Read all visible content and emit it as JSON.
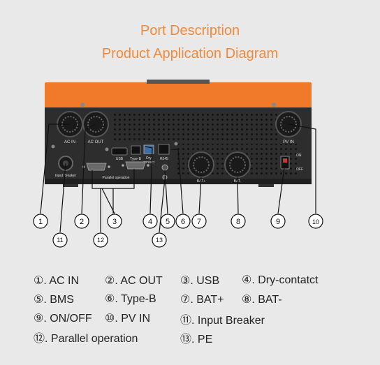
{
  "heading": {
    "line1": "Port Description",
    "line2": "Product Application Diagram"
  },
  "device": {
    "labels": {
      "ac_in": "AC IN",
      "ac_out": "AC OUT",
      "usb": "USB",
      "type_b": "Type-B",
      "dry": "Dry",
      "contact": "contact",
      "rj45": "RJ45",
      "pv_in": "PV IN",
      "on": "ON",
      "off": "OFF",
      "input_breaker": "Input Breaker",
      "parallel_operation": "Parallel operation",
      "bat_plus": "BAT+",
      "bat_minus": "BAT-"
    },
    "colors": {
      "top_cover": "#f07a2a",
      "body": "#2d2d2d",
      "accent_text": "#f08a3c"
    }
  },
  "markers": {
    "m1": "1",
    "m2": "2",
    "m3": "3",
    "m4": "4",
    "m5": "5",
    "m6": "6",
    "m7": "7",
    "m8": "8",
    "m9": "9",
    "m10": "10",
    "m11": "11",
    "m12": "12",
    "m13": "13"
  },
  "legend": {
    "item1": "①. AC IN",
    "item2": "②. AC OUT",
    "item3": "③. USB",
    "item4": "④. Dry-contatct",
    "item5": "⑤. BMS",
    "item6": "⑥. Type-B",
    "item7": "⑦. BAT+",
    "item8": "⑧. BAT-",
    "item9": "⑨. ON/OFF",
    "item10": "⑩. PV IN",
    "item11": "⑪. Input Breaker",
    "item12": "⑫. Parallel  operation",
    "item13": "⑬. PE"
  }
}
